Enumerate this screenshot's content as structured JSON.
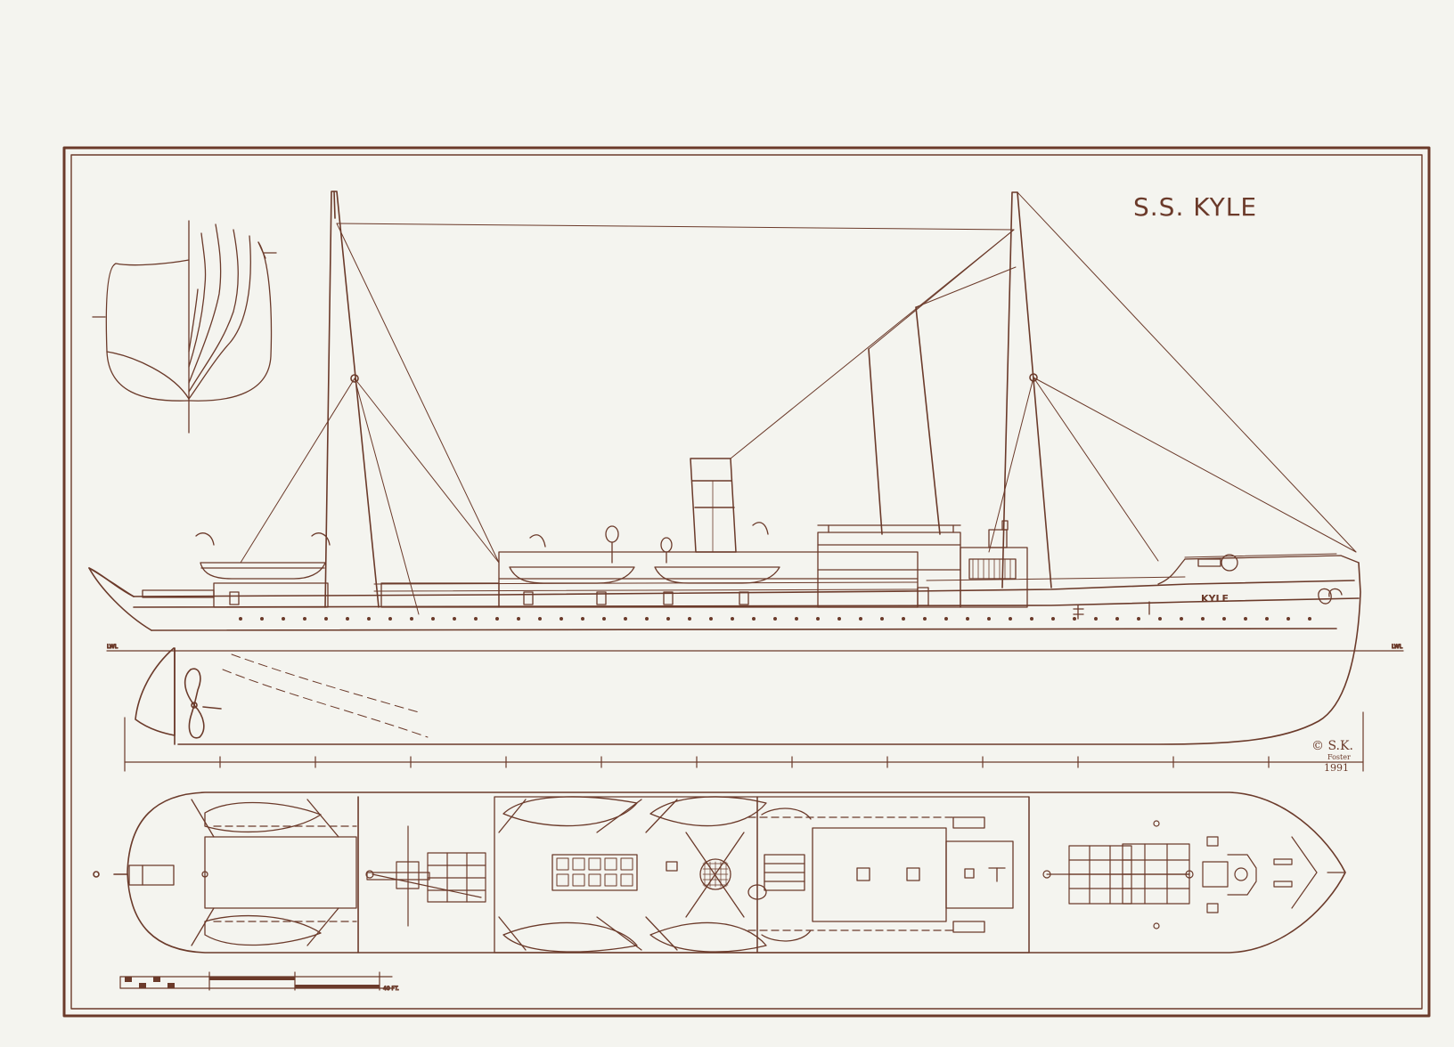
{
  "drawing": {
    "title": "S.S. KYLE",
    "hull_name": "KYLE",
    "signature": {
      "copyright": "© S.K.",
      "name": "Foster",
      "year": "1991"
    },
    "scale_bar_label": "40 FT."
  },
  "colors": {
    "ink": "#6b3a2a",
    "paper": "#f4f4ef"
  }
}
